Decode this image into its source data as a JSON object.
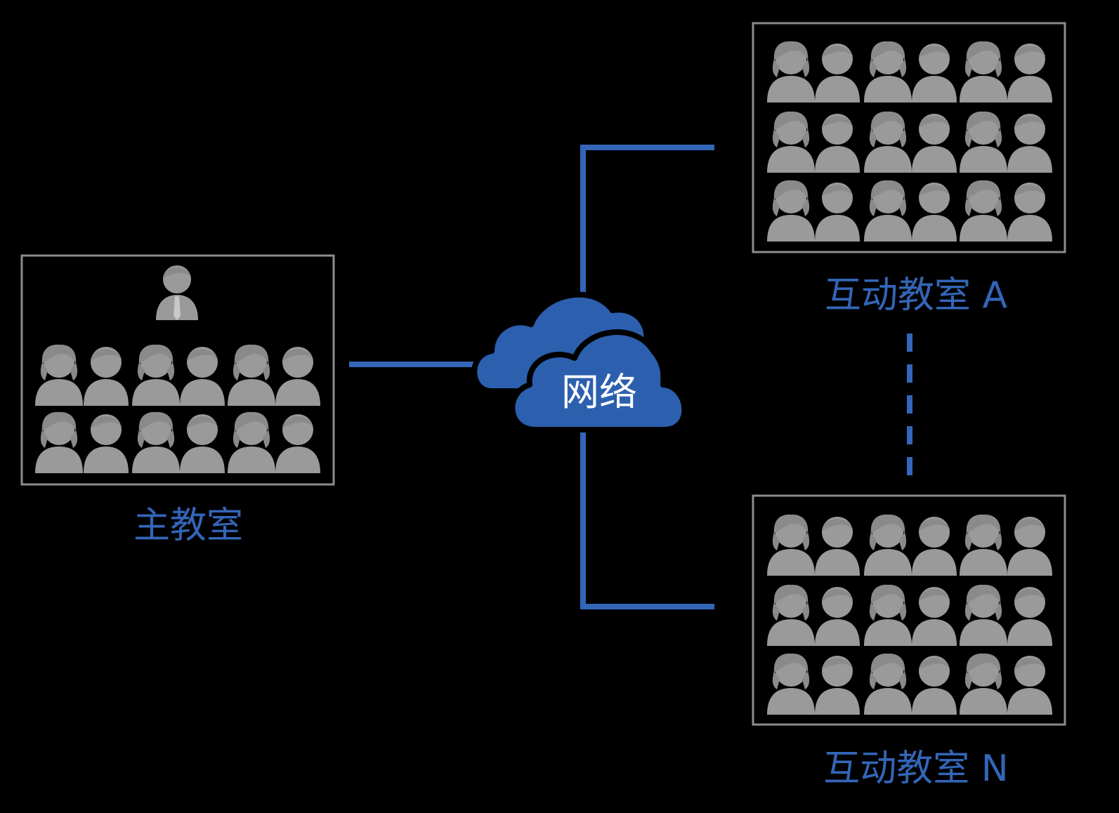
{
  "labels": {
    "main_classroom": "主教室",
    "classroom_a": "互动教室 A",
    "classroom_n": "互动教室 N",
    "network": "网络"
  },
  "colors": {
    "background": "#000000",
    "accent": "#3366b8",
    "person": "#9a9a9a",
    "box_border": "#8c8c8c"
  },
  "icons": {
    "teacher": "teacher-icon",
    "student": "student-icon",
    "cloud": "cloud-icon"
  }
}
